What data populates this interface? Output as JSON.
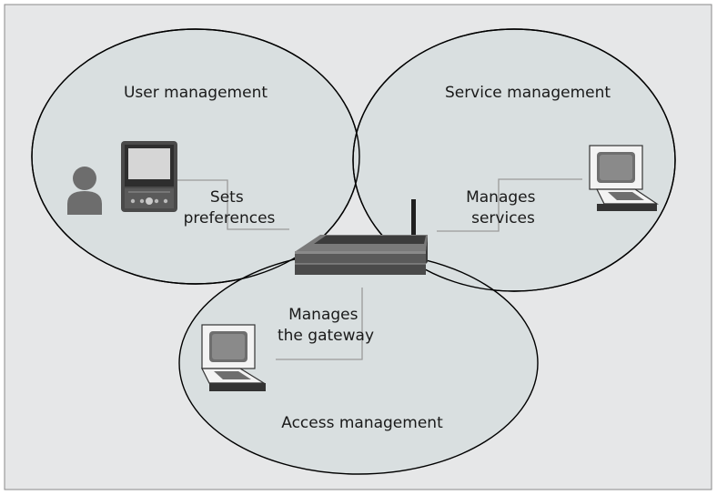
{
  "diagram": {
    "regions": {
      "user": "User management",
      "service": "Service management",
      "access": "Access management"
    },
    "relations": {
      "sets_preferences": [
        "Sets",
        "preferences"
      ],
      "manages_services": [
        "Manages",
        "services"
      ],
      "manages_gateway": [
        "Manages",
        "the gateway"
      ]
    },
    "nodes": [
      "person-icon",
      "pda-icon",
      "gateway-router-icon",
      "service-computer-icon",
      "admin-computer-icon"
    ],
    "colors": {
      "background": "#e6e7e8",
      "region_fill": "#d9dfe0",
      "connector": "#9a9a9a",
      "device_dark": "#4a4a4a"
    }
  }
}
